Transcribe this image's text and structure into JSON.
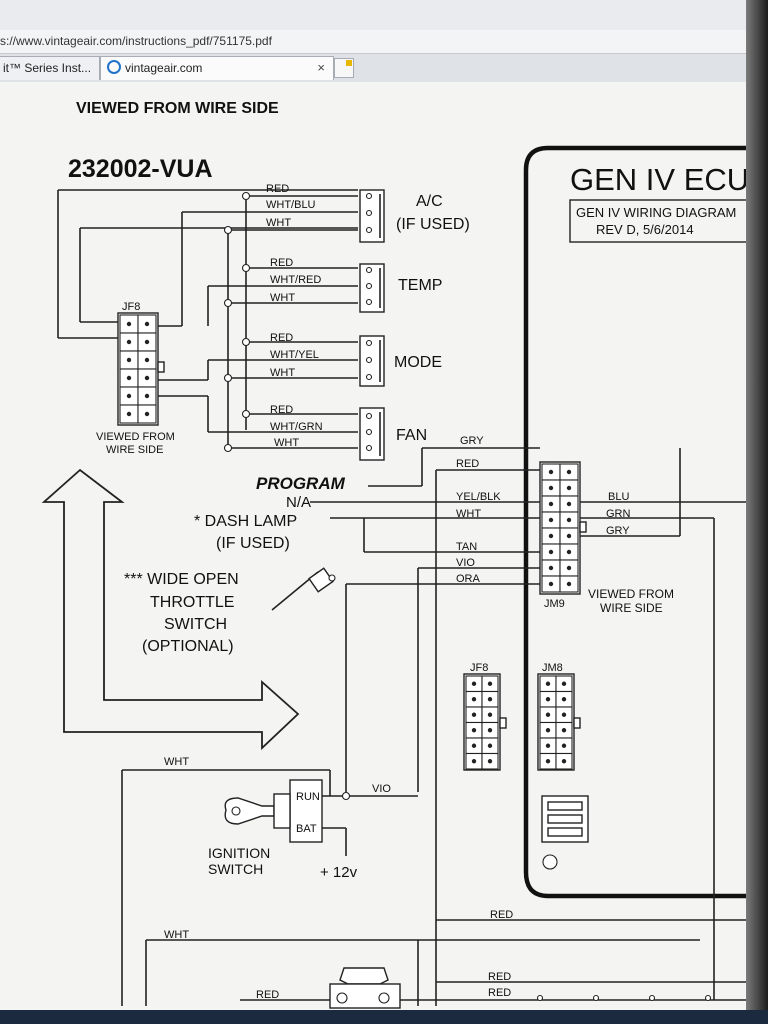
{
  "browser": {
    "url": "s://www.vintageair.com/instructions_pdf/751175.pdf",
    "tab1_label": "it™ Series Inst...",
    "tab2_label": "vintageair.com",
    "tab_close": "×"
  },
  "diagram": {
    "viewed_from_wire_side_top": "VIEWED FROM WIRE SIDE",
    "part_number": "232002-VUA",
    "ecu_title": "GEN IV ECU",
    "ecu_sub1": "GEN IV WIRING DIAGRAM",
    "ecu_sub2": "REV D, 5/6/2014",
    "ac_label1": "A/C",
    "ac_label2": "(IF USED)",
    "temp_label": "TEMP",
    "mode_label": "MODE",
    "fan_label": "FAN",
    "jf8_label": "JF8",
    "viewed_from_left_1": "VIEWED FROM",
    "viewed_from_left_2": "WIRE SIDE",
    "program_label": "PROGRAM",
    "na_label": "N/A",
    "dash_lamp_1": "* DASH LAMP",
    "dash_lamp_2": "(IF USED)",
    "wot_1": "*** WIDE OPEN",
    "wot_2": "THROTTLE",
    "wot_3": "SWITCH",
    "wot_4": "(OPTIONAL)",
    "jm9_label": "JM9",
    "viewed_from_right_1": "VIEWED FROM",
    "viewed_from_right_2": "WIRE SIDE",
    "jf8_label_2": "JF8",
    "jm8_label": "JM8",
    "ignition_1": "IGNITION",
    "ignition_2": "SWITCH",
    "run_label": "RUN",
    "bat_label": "BAT",
    "plus12v": "+ 12v",
    "w_red_1": "RED",
    "w_whtblu": "WHT/BLU",
    "w_wht_1": "WHT",
    "w_red_2": "RED",
    "w_whtred": "WHT/RED",
    "w_wht_2": "WHT",
    "w_red_3": "RED",
    "w_whtyel": "WHT/YEL",
    "w_wht_3": "WHT",
    "w_red_4": "RED",
    "w_whtgrn": "WHT/GRN",
    "w_wht_4": "WHT",
    "w_gry_1": "GRY",
    "w_red_5": "RED",
    "w_yelblk": "YEL/BLK",
    "w_wht_5": "WHT",
    "w_tan": "TAN",
    "w_vio_1": "VIO",
    "w_ora": "ORA",
    "w_blu": "BLU",
    "w_grn": "GRN",
    "w_gry_2": "GRY",
    "w_wht_6": "WHT",
    "w_vio_2": "VIO",
    "w_red_6": "RED",
    "w_wht_7": "WHT",
    "w_red_7": "RED",
    "w_red_8": "RED",
    "w_red_9": "RED"
  }
}
